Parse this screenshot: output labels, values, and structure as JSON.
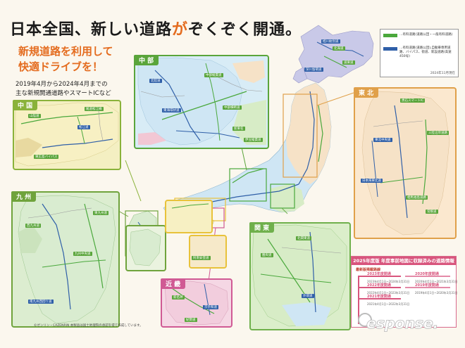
{
  "title": {
    "pre": "日本全国、新しい道路",
    "highlight": "が",
    "post": "ぞくぞく開通。"
  },
  "subtitle": {
    "line1": "新規道路を利用して",
    "line2": "快適ドライブを！"
  },
  "period": {
    "line1": "2019年4月から2024年4月までの",
    "line2": "主な新規開通道路やスマートICなど"
  },
  "regions": {
    "chubu": "中 部",
    "chugoku": "中 国",
    "kyushu": "九 州",
    "tohoku": "東 北",
    "kanto": "関 東",
    "kinki": "近 畿"
  },
  "legend": {
    "items": [
      {
        "label": "…有料道路(道路公団・一般有料道路)",
        "color": "#4aa83c"
      },
      {
        "label": "…有料道路(道路公団),自動車専用道路、バイパス、街道、新設道路(高速450号)",
        "color": "#2f5fa8"
      }
    ],
    "date": "2024年11月現在"
  },
  "info_box": {
    "title": "2025年度版 年度事前地図に収録済みの道路情報",
    "subhead": "最新版掲載路線",
    "years": [
      {
        "label": "2023年度開通",
        "color": "#d8557d"
      },
      {
        "label": "2022年度開通",
        "color": "#d8557d"
      },
      {
        "label": "2021年度開通",
        "color": "#d8557d"
      },
      {
        "label": "2020年度開通",
        "color": "#e48aa8"
      },
      {
        "label": "2019年度開通",
        "color": "#e48aa8"
      }
    ],
    "notes": [
      "2023年4月1日~2024年3月31日",
      "2022年4月1日~2023年3月31日",
      "2021年4月1日~2022年3月31日",
      "2020年4月1日~2021年3月31日",
      "2019年4月1日~2020年3月31日"
    ]
  },
  "place_labels": [
    {
      "text": "北海道",
      "region": "hokkaido",
      "box": "green"
    },
    {
      "text": "旭川紋別道",
      "region": "hokkaido",
      "box": "blue"
    },
    {
      "text": "道東道",
      "region": "hokkaido",
      "box": "green"
    },
    {
      "text": "深川留萌道",
      "region": "hokkaido",
      "box": "blue"
    },
    {
      "text": "黒石スマートIC",
      "region": "tohoku",
      "box": "green"
    },
    {
      "text": "東北中央道",
      "region": "tohoku",
      "box": "blue"
    },
    {
      "text": "三陸沿岸道路",
      "region": "tohoku",
      "box": "green"
    },
    {
      "text": "常磐道",
      "region": "tohoku",
      "box": "green"
    },
    {
      "text": "日本海東北道",
      "region": "tohoku",
      "box": "blue"
    },
    {
      "text": "相馬福島道路",
      "region": "tohoku",
      "box": "green"
    },
    {
      "text": "中部縦貫道",
      "region": "chubu",
      "box": "green"
    },
    {
      "text": "東海環状道",
      "region": "chubu",
      "box": "blue"
    },
    {
      "text": "新東名",
      "region": "chubu",
      "box": "green"
    },
    {
      "text": "中部横断道",
      "region": "chubu",
      "box": "green"
    },
    {
      "text": "伊豆縦貫道",
      "region": "chubu",
      "box": "green"
    },
    {
      "text": "北陸道",
      "region": "chubu",
      "box": "blue"
    },
    {
      "text": "山陰道",
      "region": "chugoku",
      "box": "green"
    },
    {
      "text": "松江道",
      "region": "chugoku",
      "box": "blue"
    },
    {
      "text": "尾道松江線",
      "region": "chugoku",
      "box": "green"
    },
    {
      "text": "東広島バイパス",
      "region": "chugoku",
      "box": "green"
    },
    {
      "text": "東九州道",
      "region": "kyushu",
      "box": "green"
    },
    {
      "text": "九州中央道",
      "region": "kyushu",
      "box": "green"
    },
    {
      "text": "南九州西回り道",
      "region": "kyushu",
      "box": "blue"
    },
    {
      "text": "西九州道",
      "region": "kyushu",
      "box": "green"
    },
    {
      "text": "圏央道",
      "region": "kanto",
      "box": "green"
    },
    {
      "text": "外環道",
      "region": "kanto",
      "box": "blue"
    },
    {
      "text": "北関東道",
      "region": "kanto",
      "box": "green"
    },
    {
      "text": "新名神",
      "region": "kinki",
      "box": "green"
    },
    {
      "text": "京奈和道",
      "region": "kinki",
      "box": "blue"
    },
    {
      "text": "紀勢道",
      "region": "kinki",
      "box": "green"
    },
    {
      "text": "阿南安芸道",
      "region": "shikoku",
      "box": "green"
    }
  ],
  "copyright": "©ゼンリン・CAZENRIN 本製品は国土地理院の承認を得て作成しています。",
  "logo": "esponse.",
  "colors": {
    "accent": "#e46c1f",
    "green_road": "#4aa83c",
    "blue_road": "#2f5fa8",
    "pink": "#d8557d",
    "panel_chubu": "#5aa53b",
    "panel_chugoku": "#8ab23a",
    "panel_kyushu": "#6fa33c",
    "panel_tohoku": "#e0a04a",
    "panel_kanto": "#6fb04c",
    "panel_kinki": "#d05a94"
  }
}
